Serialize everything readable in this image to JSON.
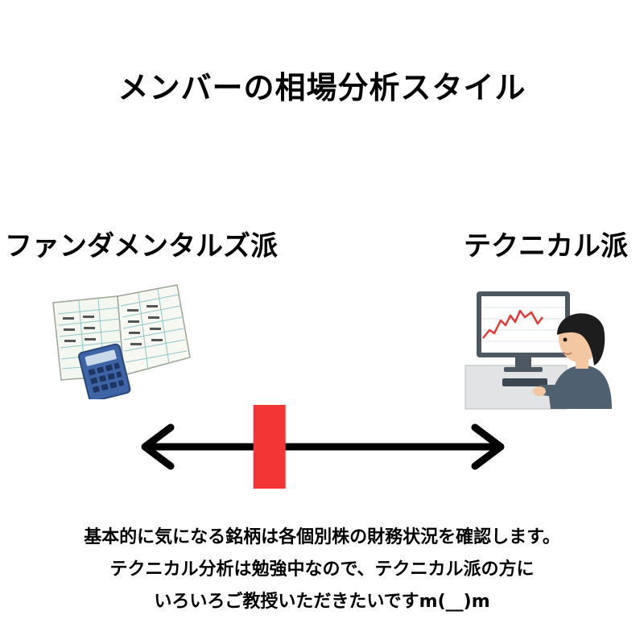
{
  "title": "メンバーの相場分析スタイル",
  "left_label": "ファンダメンタルズ派",
  "right_label": "テクニカル派",
  "icons": {
    "left": "notebook-and-calculator-icon",
    "right": "person-at-stock-chart-computer-icon"
  },
  "colors": {
    "marker": "#f43535",
    "arrow": "#000000"
  },
  "marker_position": 0.35,
  "body_lines": [
    "基本的に気になる銘柄は各個別株の財務状況を確認します。",
    "テクニカル分析は勉強中なので、テクニカル派の方に",
    "いろいろご教授いただきたいですm(__)m"
  ]
}
